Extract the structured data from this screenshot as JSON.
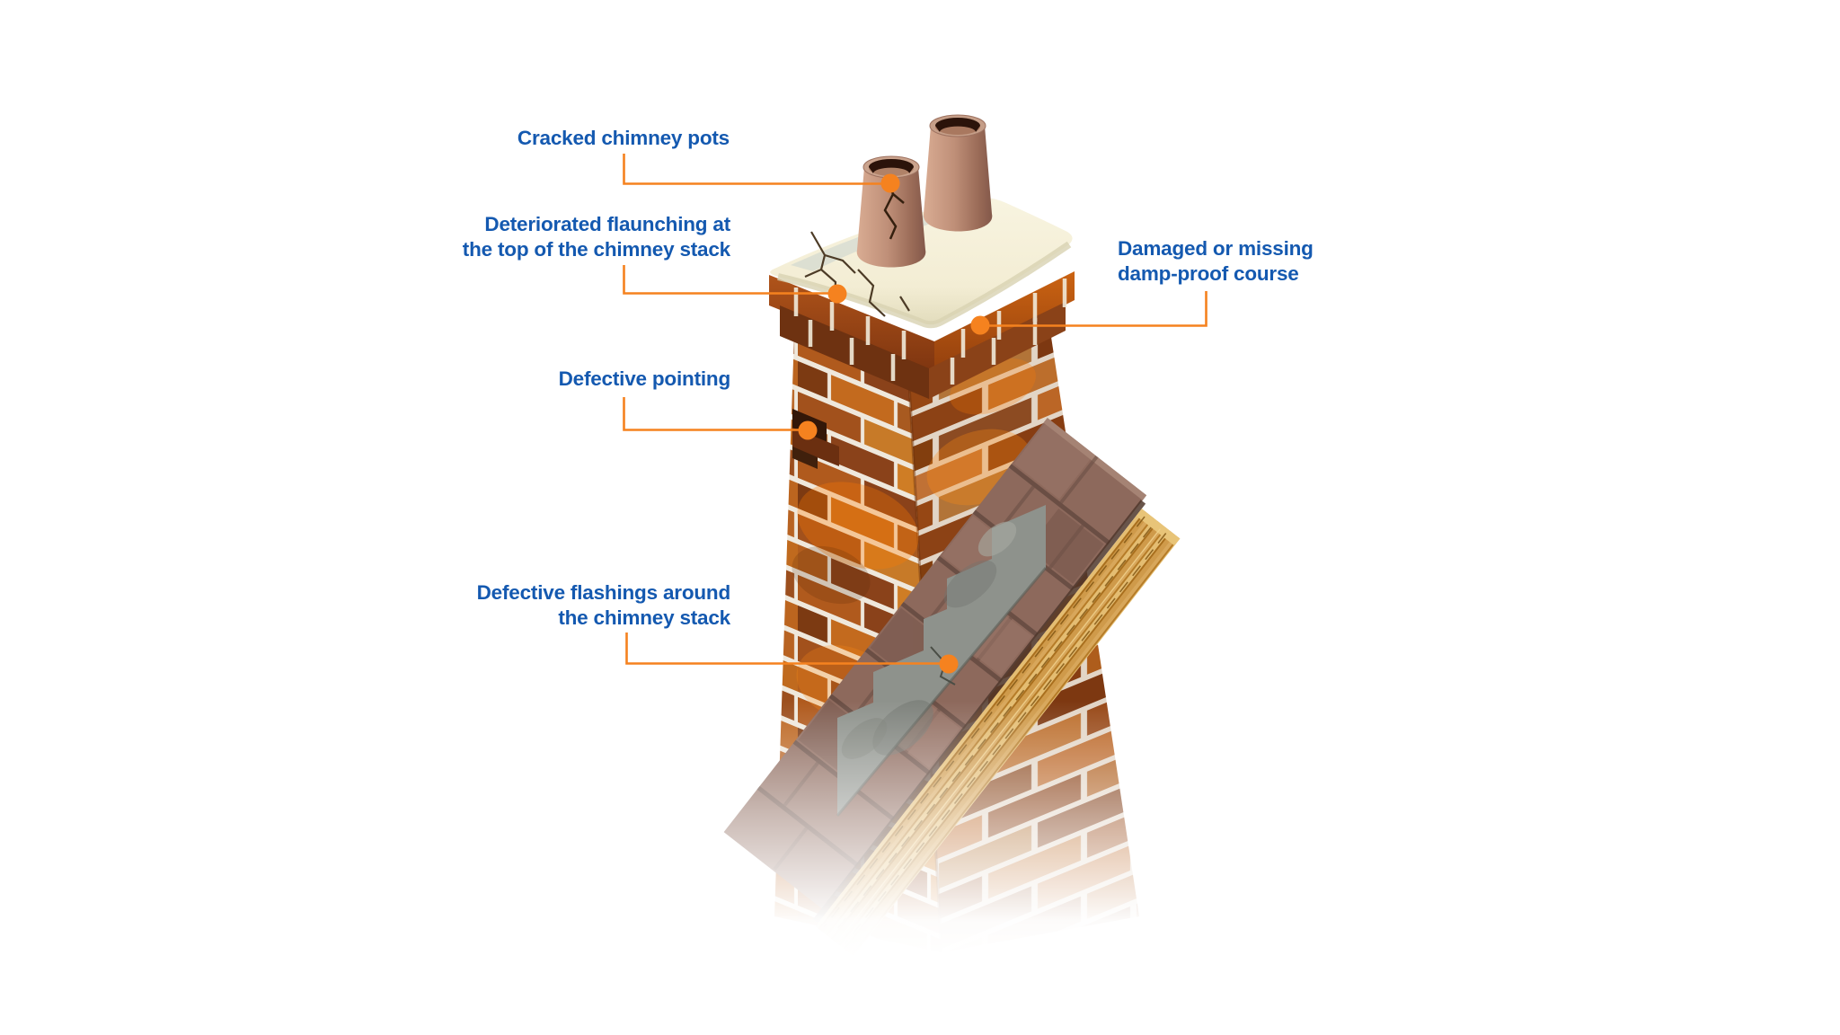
{
  "diagram": {
    "type": "annotated-illustration",
    "subject": "chimney-stack-defects",
    "colors": {
      "label_text": "#1459b0",
      "leader_line": "#f5821f",
      "marker_dot": "#f5821f",
      "brick_mortar": "#efe8dc",
      "flaunching": "#f5f0d9",
      "pot_terracotta": "#bf8f78",
      "flashing_grey": "#8e928c",
      "batten_wood": "#d8a75b",
      "tile_brown": "#8d695c"
    },
    "annotations": [
      {
        "id": "cracked-chimney-pots",
        "lines": [
          "Cracked chimney pots"
        ]
      },
      {
        "id": "deteriorated-flaunching",
        "lines": [
          "Deteriorated flaunching at",
          "the top of the chimney stack"
        ]
      },
      {
        "id": "damp-proof-course",
        "lines": [
          "Damaged or missing",
          "damp-proof course"
        ]
      },
      {
        "id": "defective-pointing",
        "lines": [
          "Defective pointing"
        ]
      },
      {
        "id": "defective-flashings",
        "lines": [
          "Defective flashings around",
          "the chimney stack"
        ]
      }
    ]
  }
}
